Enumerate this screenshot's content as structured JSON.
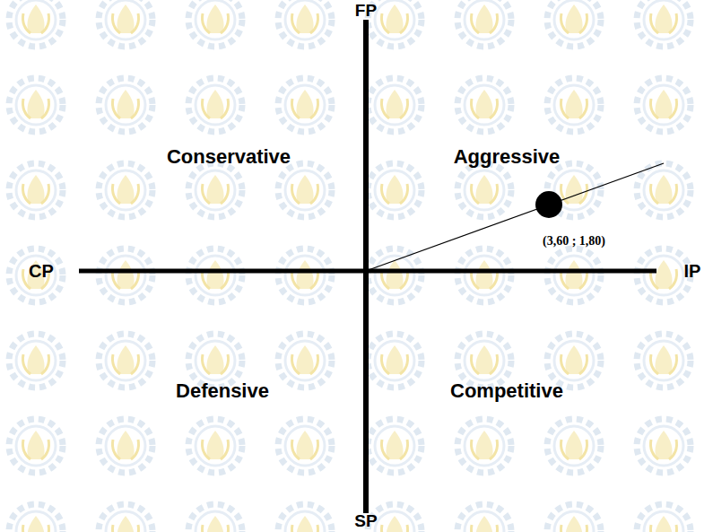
{
  "diagram": {
    "labels": [
      "FP",
      "Conservative",
      "Aggressive",
      "(3,60 ; 1,80)",
      "CP",
      "IP",
      "Defensive",
      "Competitive",
      "SP"
    ]
  }
}
